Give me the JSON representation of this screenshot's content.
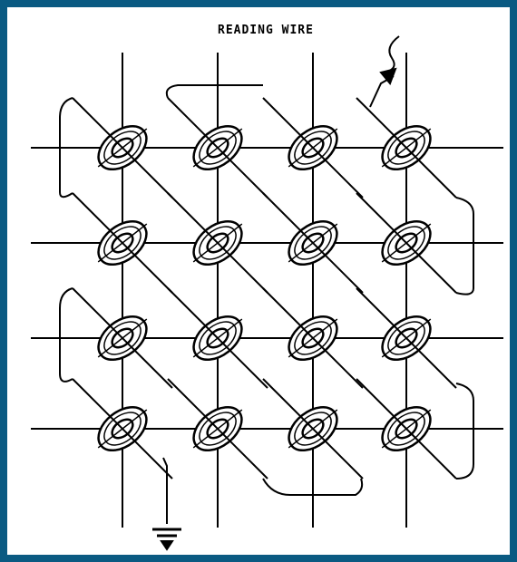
{
  "diagram": {
    "label": "READING WIRE",
    "rows": 4,
    "cols": 4,
    "colors": {
      "background": "#0a5a82",
      "panel": "#ffffff",
      "ink": "#000000"
    }
  }
}
